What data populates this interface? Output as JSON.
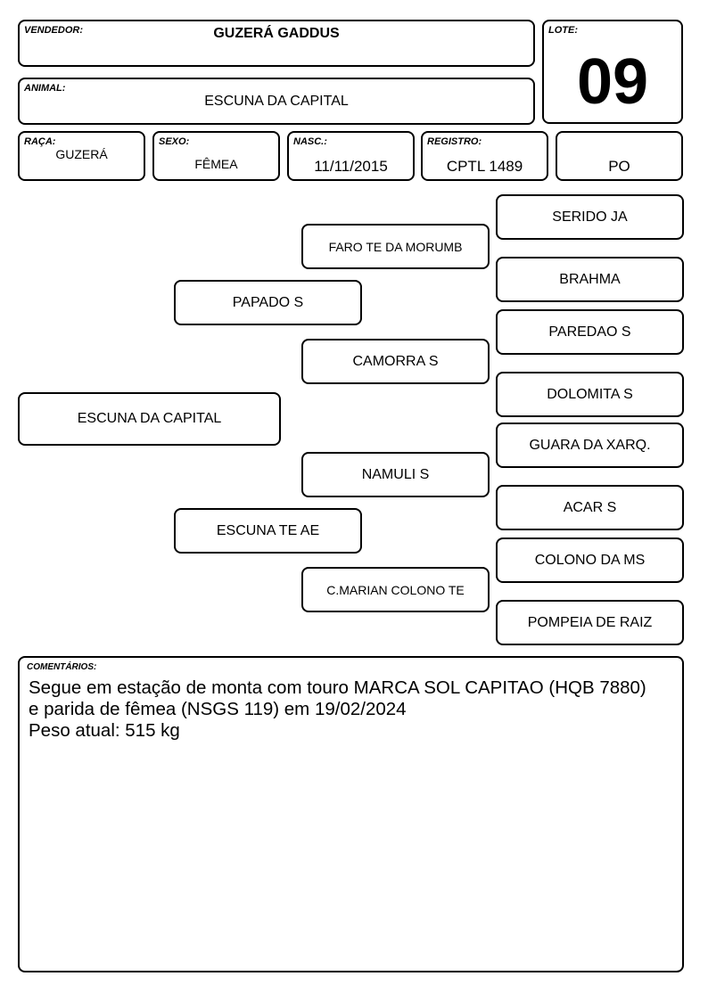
{
  "header": {
    "vendedor_label": "VENDEDOR:",
    "vendedor": "GUZERÁ GADDUS",
    "lote_label": "LOTE:",
    "lote": "09",
    "animal_label": "ANIMAL:",
    "animal": "ESCUNA DA CAPITAL"
  },
  "info": {
    "raca_label": "RAÇA:",
    "raca": "GUZERÁ",
    "sexo_label": "SEXO:",
    "sexo": "FÊMEA",
    "nasc_label": "NASC.:",
    "nasc": "11/11/2015",
    "registro_label": "REGISTRO:",
    "registro": "CPTL 1489",
    "categoria": "PO"
  },
  "pedigree": {
    "animal": "ESCUNA DA CAPITAL",
    "sire": "PAPADO S",
    "dam": "ESCUNA TE AE",
    "sire_sire": "FARO TE DA MORUMB",
    "sire_dam": "CAMORRA S",
    "dam_sire": "NAMULI S",
    "dam_dam": "C.MARIAN COLONO TE",
    "g3": [
      "SERIDO JA",
      "BRAHMA",
      "PAREDAO S",
      "DOLOMITA S",
      "GUARA DA XARQ.",
      "ACAR S",
      "COLONO DA MS",
      "POMPEIA DE RAIZ"
    ]
  },
  "comments": {
    "label": "COMENTÁRIOS:",
    "lines": [
      "Segue em estação de monta com touro MARCA SOL CAPITAO (HQB 7880)",
      "e parida de fêmea (NSGS 119) em 19/02/2024",
      "Peso atual: 515 kg"
    ]
  }
}
